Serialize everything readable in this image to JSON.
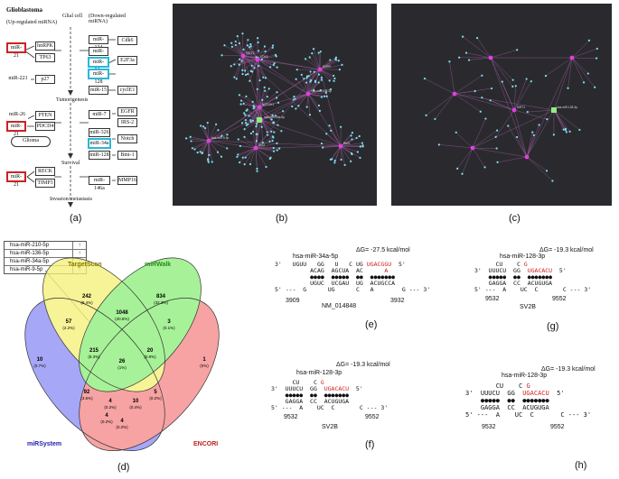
{
  "panels": {
    "a": "(a)",
    "b": "(b)",
    "c": "(c)",
    "d": "(d)",
    "e": "(e)",
    "f": "(f)",
    "g": "(g)",
    "h": "(h)"
  },
  "pathway": {
    "title": "Glioblastoma",
    "up_label": "(Up-regulated miRNA)",
    "down_label": "(Down-regulated miRNA)",
    "glial": "Glial cell",
    "tumorigenesis": "Tumorigenesis",
    "survival": "Survival",
    "invasion": "Invasion/metastasis",
    "glioma": "Glioma",
    "left_mirs": [
      "miR-21",
      "miR-221",
      "miR-26",
      "miR-21",
      "miR-21"
    ],
    "left_targets": [
      "hnRPK",
      "TP63",
      "p27",
      "PTEN",
      "PDCD4",
      "RECK",
      "TIMP3"
    ],
    "right_mirs": [
      "miR-124",
      "miR-137",
      "miR-34a",
      "miR-128",
      "miR-15",
      "miR-7",
      "miR-326",
      "miR-34a",
      "miR-128",
      "miR-146a"
    ],
    "right_targets": [
      "Cdk6",
      "E2F3a",
      "cyclE1",
      "EGFR",
      "IRS-2",
      "Notch",
      "Bmi-1",
      "MMP16"
    ]
  },
  "net_b_labels": [
    "hsa-miR-34a-5p",
    "hsa-miR-128-3p",
    "EGFR",
    "CDK6",
    "NOTCH1",
    "BMI1",
    "hsa-miR-9-5p",
    "IRS2",
    "SIRT1"
  ],
  "net_c_labels": [
    "hsa-miR-128-3p",
    "SIRT1"
  ],
  "mirna_table": [
    {
      "name": "hsa-miR-210-5p",
      "dir": "↑"
    },
    {
      "name": "hsa-miR-136-5p",
      "dir": "↑"
    },
    {
      "name": "hsa-miR-34a-5p",
      "dir": "↓"
    },
    {
      "name": "hsa-miR-9-5p",
      "dir": "↓"
    }
  ],
  "venn": {
    "sets": [
      "TargetScan",
      "miRWalk",
      "miRSystem",
      "ENCORI"
    ],
    "colors": [
      "#f5f07a",
      "#8fef7c",
      "#8f8ff5",
      "#f58a8a"
    ],
    "regions": [
      {
        "n": "242",
        "p": "(9.4%)"
      },
      {
        "n": "834",
        "p": "(32.3%)"
      },
      {
        "n": "57",
        "p": "(2.2%)"
      },
      {
        "n": "1048",
        "p": "(40.6%)"
      },
      {
        "n": "3",
        "p": "(0.1%)"
      },
      {
        "n": "10",
        "p": "(0.7%)"
      },
      {
        "n": "215",
        "p": "(8.3%)"
      },
      {
        "n": "20",
        "p": "(0.8%)"
      },
      {
        "n": "1",
        "p": "(0%)"
      },
      {
        "n": "26",
        "p": "(1%)"
      },
      {
        "n": "92",
        "p": "(3.6%)"
      },
      {
        "n": "5",
        "p": "(0.2%)"
      },
      {
        "n": "4",
        "p": "(0.2%)"
      },
      {
        "n": "10",
        "p": "(0.4%)"
      },
      {
        "n": "4",
        "p": "(0.2%)"
      },
      {
        "n": "4",
        "p": "(0.2%)"
      }
    ]
  },
  "duplexes": {
    "e": {
      "mirna": "hsa-miR-34a-5p",
      "dg": "ΔG= -27.5 kcal/mol",
      "gene": "NM_014848",
      "start": "3909",
      "end": "3932",
      "top": "3'  UGUU   GG    U  C  UG UGACGGU 5'",
      "bot": "5' ---  G UG  AGCUA  ACAG  AC ACUGCCA --- 3'"
    },
    "f": {
      "mirna": "hsa-miR-128-3p",
      "dg": "ΔG= -19.3 kcal/mol",
      "gene": "SV2B",
      "start": "9532",
      "end": "9552"
    },
    "g": {
      "mirna": "hsa-miR-128-3p",
      "dg": "ΔG= -19.3 kcal/mol",
      "gene": "SV2B",
      "start": "9532",
      "end": "9552"
    },
    "h": {
      "mirna": "hsa-miR-128-3p",
      "dg": "ΔG= -19.3 kcal/mol",
      "gene": "SV2B",
      "start": "9532",
      "end": "9552"
    }
  }
}
